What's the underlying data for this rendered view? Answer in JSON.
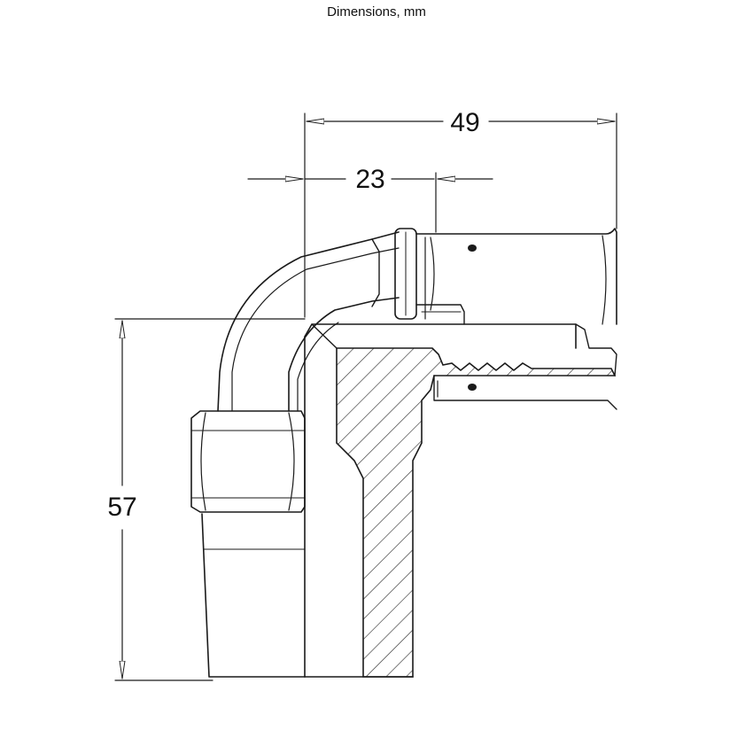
{
  "title": "Dimensions, mm",
  "dimensions": {
    "overall_width": "49",
    "offset_width": "23",
    "overall_height": "57"
  }
}
